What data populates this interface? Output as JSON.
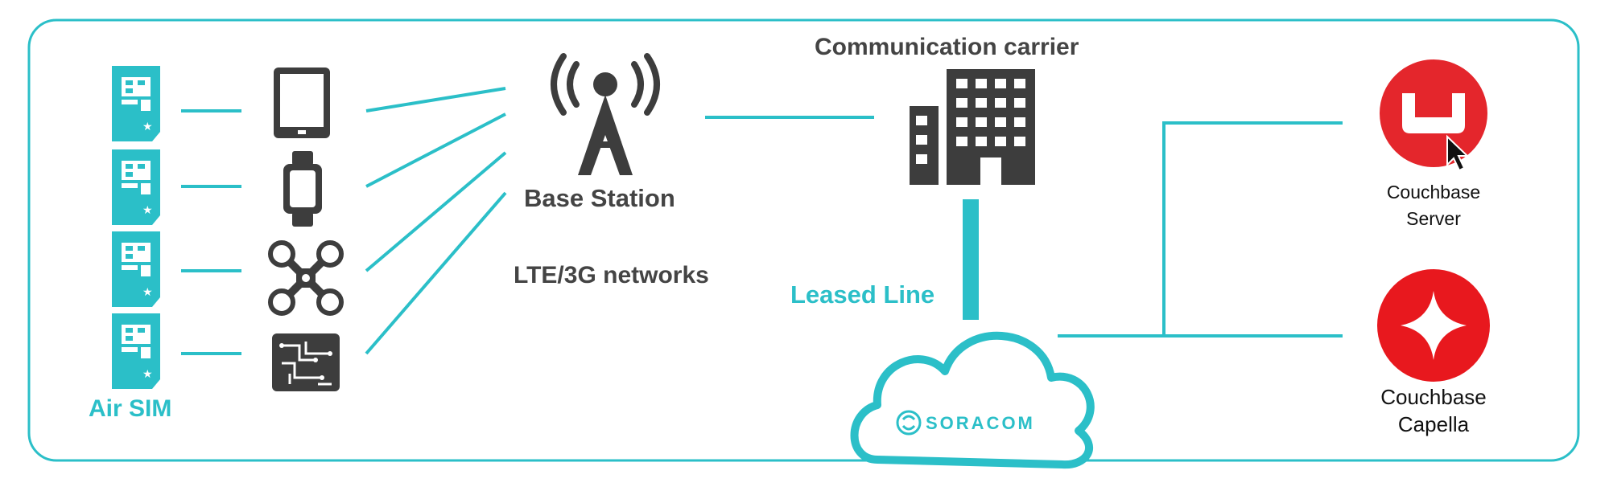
{
  "labels": {
    "communication_carrier": "Communication carrier",
    "base_station": "Base Station",
    "lte_3g_networks": "LTE/3G networks",
    "leased_line": "Leased Line",
    "air_sim": "Air SIM",
    "soracom": "SORACOM",
    "couchbase_server_line1": "Couchbase",
    "couchbase_server_line2": "Server",
    "couchbase_capella_line1": "Couchbase",
    "couchbase_capella_line2": "Capella"
  },
  "devices": [
    "tablet-icon",
    "smartwatch-icon",
    "drone-icon",
    "circuit-board-icon"
  ],
  "colors": {
    "teal": "#2bbfc8",
    "dark": "#3d3d3d",
    "couchbase_red": "#e4262c",
    "capella_red": "#e8181e",
    "text_gray": "#444444"
  }
}
